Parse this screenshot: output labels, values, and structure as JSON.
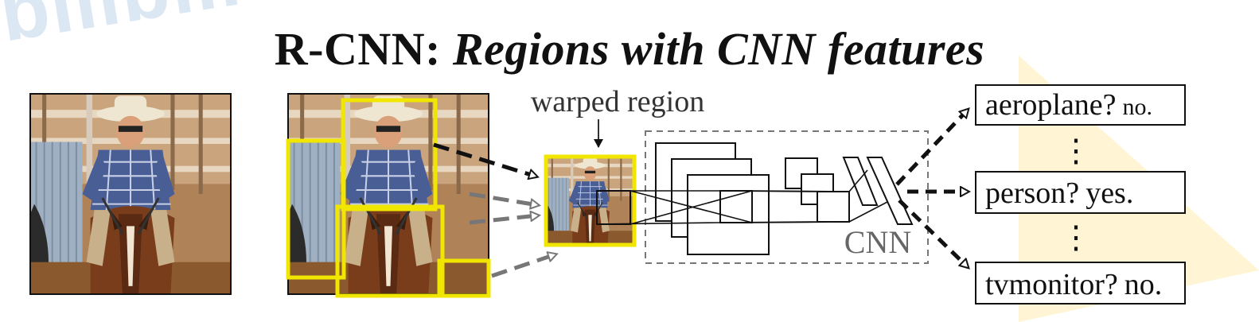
{
  "watermark": "bilibili",
  "title": {
    "lead": "R-CNN:",
    "emphasis": "Regions with CNN features"
  },
  "labels": {
    "warped": "warped region",
    "cnn": "CNN"
  },
  "outputs": [
    {
      "class": "aeroplane?",
      "answer": "no."
    },
    {
      "class": "person?",
      "answer": "yes."
    },
    {
      "class": "tvmonitor?",
      "answer": "no."
    }
  ],
  "ellipsis": "⋮",
  "colors": {
    "region_box": "#f0e600",
    "accent_triangle": "#fff4cf",
    "arrow_dark": "#111111",
    "arrow_gray": "#777777",
    "cnn_border": "#777777"
  }
}
